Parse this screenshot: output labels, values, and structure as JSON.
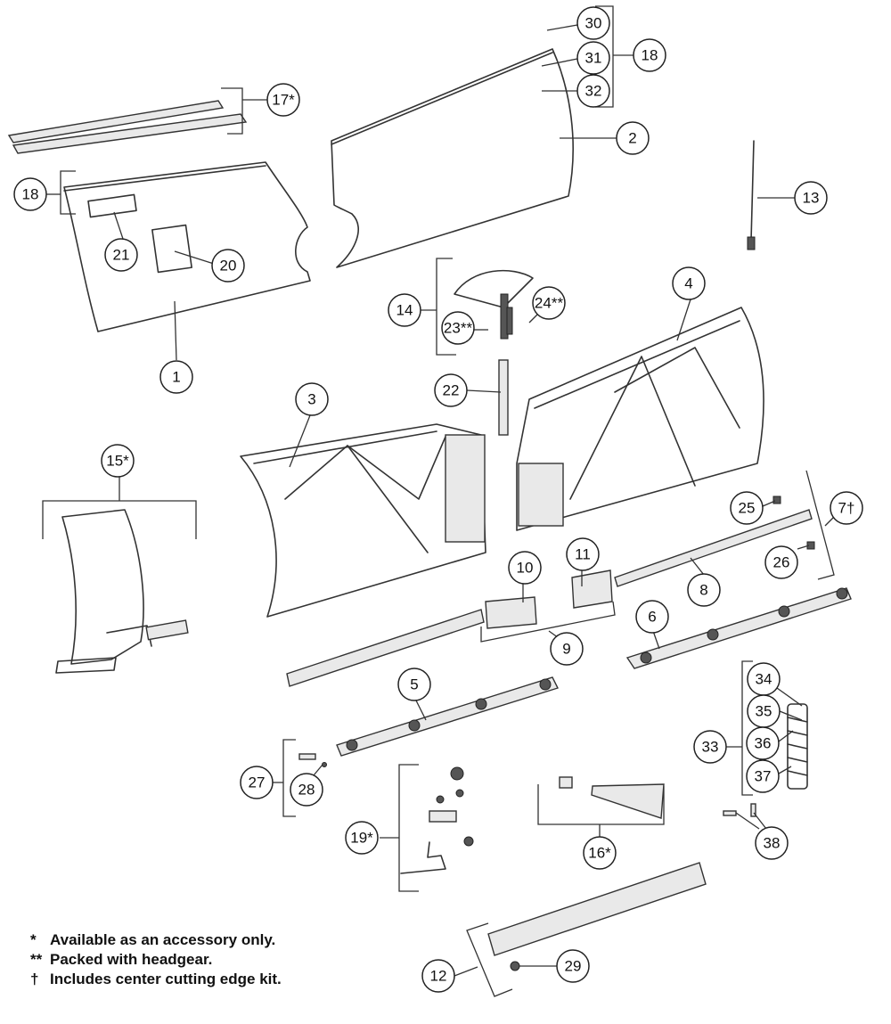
{
  "callouts": [
    {
      "label": "30"
    },
    {
      "label": "31"
    },
    {
      "label": "32"
    },
    {
      "label": "18"
    },
    {
      "label": "17*"
    },
    {
      "label": "2"
    },
    {
      "label": "18"
    },
    {
      "label": "13"
    },
    {
      "label": "21"
    },
    {
      "label": "20"
    },
    {
      "label": "1"
    },
    {
      "label": "14"
    },
    {
      "label": "24**"
    },
    {
      "label": "23**"
    },
    {
      "label": "4"
    },
    {
      "label": "22"
    },
    {
      "label": "3"
    },
    {
      "label": "15*"
    },
    {
      "label": "25"
    },
    {
      "label": "7†"
    },
    {
      "label": "26"
    },
    {
      "label": "10"
    },
    {
      "label": "11"
    },
    {
      "label": "8"
    },
    {
      "label": "9"
    },
    {
      "label": "6"
    },
    {
      "label": "5"
    },
    {
      "label": "34"
    },
    {
      "label": "35"
    },
    {
      "label": "36"
    },
    {
      "label": "33"
    },
    {
      "label": "37"
    },
    {
      "label": "27"
    },
    {
      "label": "28"
    },
    {
      "label": "19*"
    },
    {
      "label": "16*"
    },
    {
      "label": "38"
    },
    {
      "label": "29"
    },
    {
      "label": "12"
    }
  ],
  "legend": [
    {
      "mark": "*",
      "text": "Available as an accessory only."
    },
    {
      "mark": "**",
      "text": "Packed with headgear."
    },
    {
      "mark": "†",
      "text": "Includes center cutting edge kit."
    }
  ]
}
